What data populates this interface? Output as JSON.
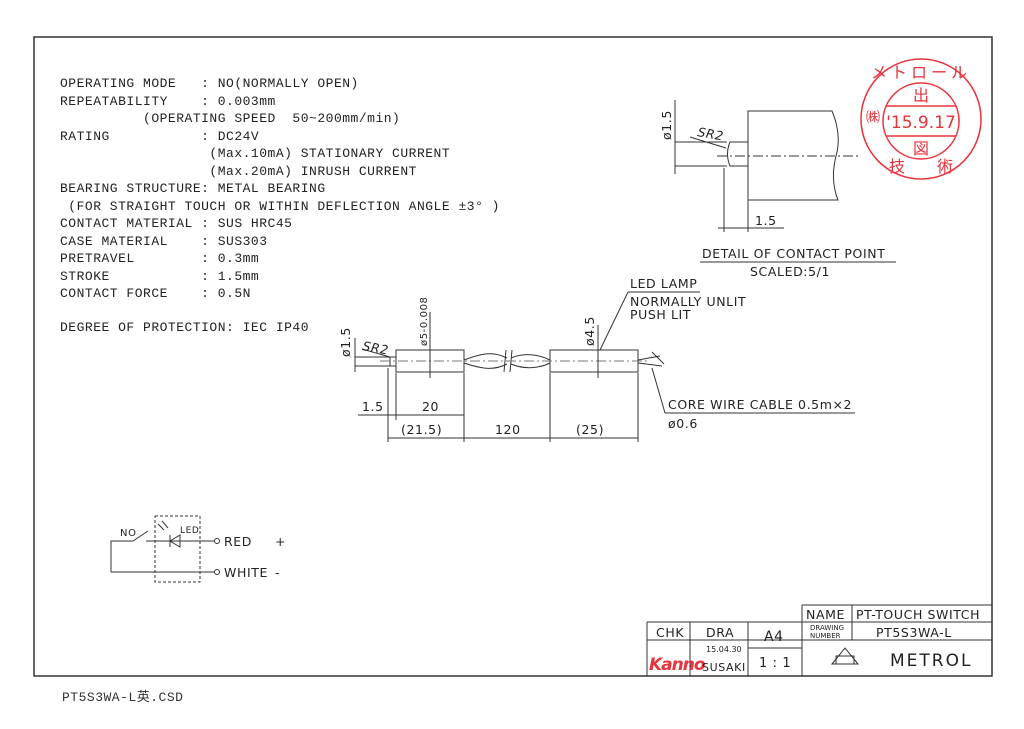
{
  "specs": [
    "OPERATING MODE   : NO(NORMALLY OPEN)",
    "REPEATABILITY    : 0.003mm",
    "          (OPERATING SPEED  50~200mm/min)",
    "RATING           : DC24V",
    "                  (Max.10mA) STATIONARY CURRENT",
    "                  (Max.20mA) INRUSH CURRENT",
    "BEARING STRUCTURE: METAL BEARING",
    " (FOR STRAIGHT TOUCH OR WITHIN DEFLECTION ANGLE ±3° )",
    "CONTACT MATERIAL : SUS HRC45",
    "CASE MATERIAL    : SUS303",
    "PRETRAVEL        : 0.3mm",
    "STROKE           : 1.5mm",
    "CONTACT FORCE    : 0.5N"
  ],
  "protection": "DEGREE OF PROTECTION: IEC IP40",
  "detail": {
    "dia": "ø1.5",
    "radius": "SR2",
    "length": "1.5",
    "title": "DETAIL OF CONTACT POINT",
    "scale": "SCALED:5/1"
  },
  "main": {
    "pin_dia": "ø1.5",
    "radius": "SR2",
    "body_dia": "ø5-0.008",
    "led_dia": "ø4.5",
    "dim_pin": "1.5",
    "dim_body": "20",
    "dim_total": "(21.5)",
    "dim_cable": "120",
    "dim_led": "(25)",
    "led_label": "LED LAMP",
    "led_note1": "NORMALLY UNLIT",
    "led_note2": "PUSH LIT",
    "cable_label": "CORE WIRE CABLE 0.5m×2",
    "cable_dia": "ø0.6"
  },
  "circuit": {
    "switch": "NO",
    "led": "LED",
    "red": "RED",
    "plus": "+",
    "white": "WHITE",
    "minus": "-"
  },
  "stamp": {
    "company": "メトロール",
    "top": "出",
    "date": "'15.9.17",
    "bottom": "図",
    "dept_left": "技",
    "dept_right": "術",
    "prefix": "㈱",
    "color": "#e8323c"
  },
  "title_block": {
    "chk": "CHK",
    "dra": "DRA",
    "size": "A4",
    "name_label": "NAME",
    "name": "PT-TOUCH SWITCH",
    "drawing_number_label_1": "DRAWING",
    "drawing_number_label_2": "NUMBER",
    "drawing_number": "PT5S3WA-L",
    "checker": "Kanno",
    "date": "15.04.30",
    "drafter": "SUSAKI",
    "scale": "1 : 1",
    "company": "METROL"
  },
  "footer": "PT5S3WA-L英.CSD"
}
